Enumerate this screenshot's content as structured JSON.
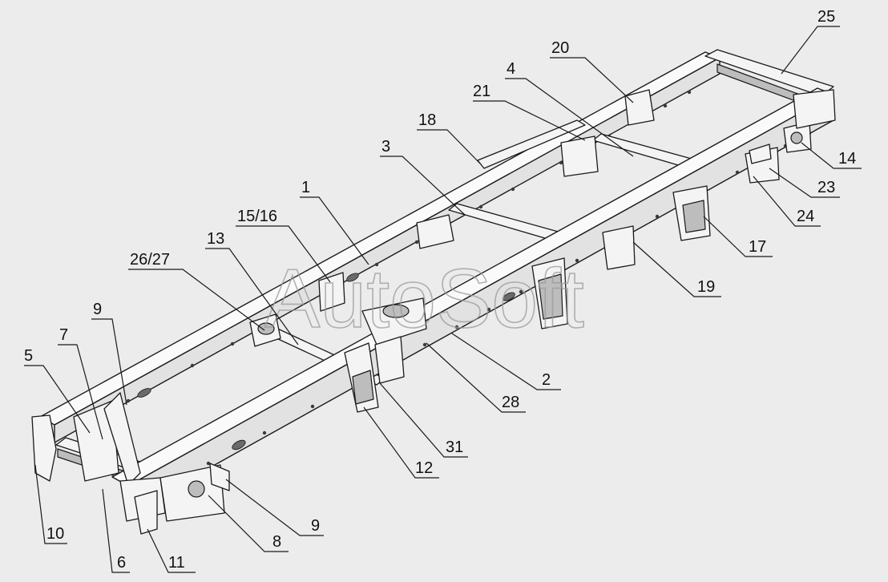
{
  "watermark": "AutoSoft",
  "callouts": [
    {
      "id": "c25",
      "label": "25"
    },
    {
      "id": "c20",
      "label": "20"
    },
    {
      "id": "c4",
      "label": "4"
    },
    {
      "id": "c21",
      "label": "21"
    },
    {
      "id": "c18",
      "label": "18"
    },
    {
      "id": "c3",
      "label": "3"
    },
    {
      "id": "c14",
      "label": "14"
    },
    {
      "id": "c23",
      "label": "23"
    },
    {
      "id": "c24",
      "label": "24"
    },
    {
      "id": "c17",
      "label": "17"
    },
    {
      "id": "c19",
      "label": "19"
    },
    {
      "id": "c1",
      "label": "1"
    },
    {
      "id": "c1516",
      "label": "15/16"
    },
    {
      "id": "c13",
      "label": "13"
    },
    {
      "id": "c2627",
      "label": "26/27"
    },
    {
      "id": "c9a",
      "label": "9"
    },
    {
      "id": "c7",
      "label": "7"
    },
    {
      "id": "c5",
      "label": "5"
    },
    {
      "id": "c2",
      "label": "2"
    },
    {
      "id": "c28",
      "label": "28"
    },
    {
      "id": "c31",
      "label": "31"
    },
    {
      "id": "c12",
      "label": "12"
    },
    {
      "id": "c9b",
      "label": "9"
    },
    {
      "id": "c8",
      "label": "8"
    },
    {
      "id": "c10",
      "label": "10"
    },
    {
      "id": "c6",
      "label": "6"
    },
    {
      "id": "c11",
      "label": "11"
    }
  ]
}
